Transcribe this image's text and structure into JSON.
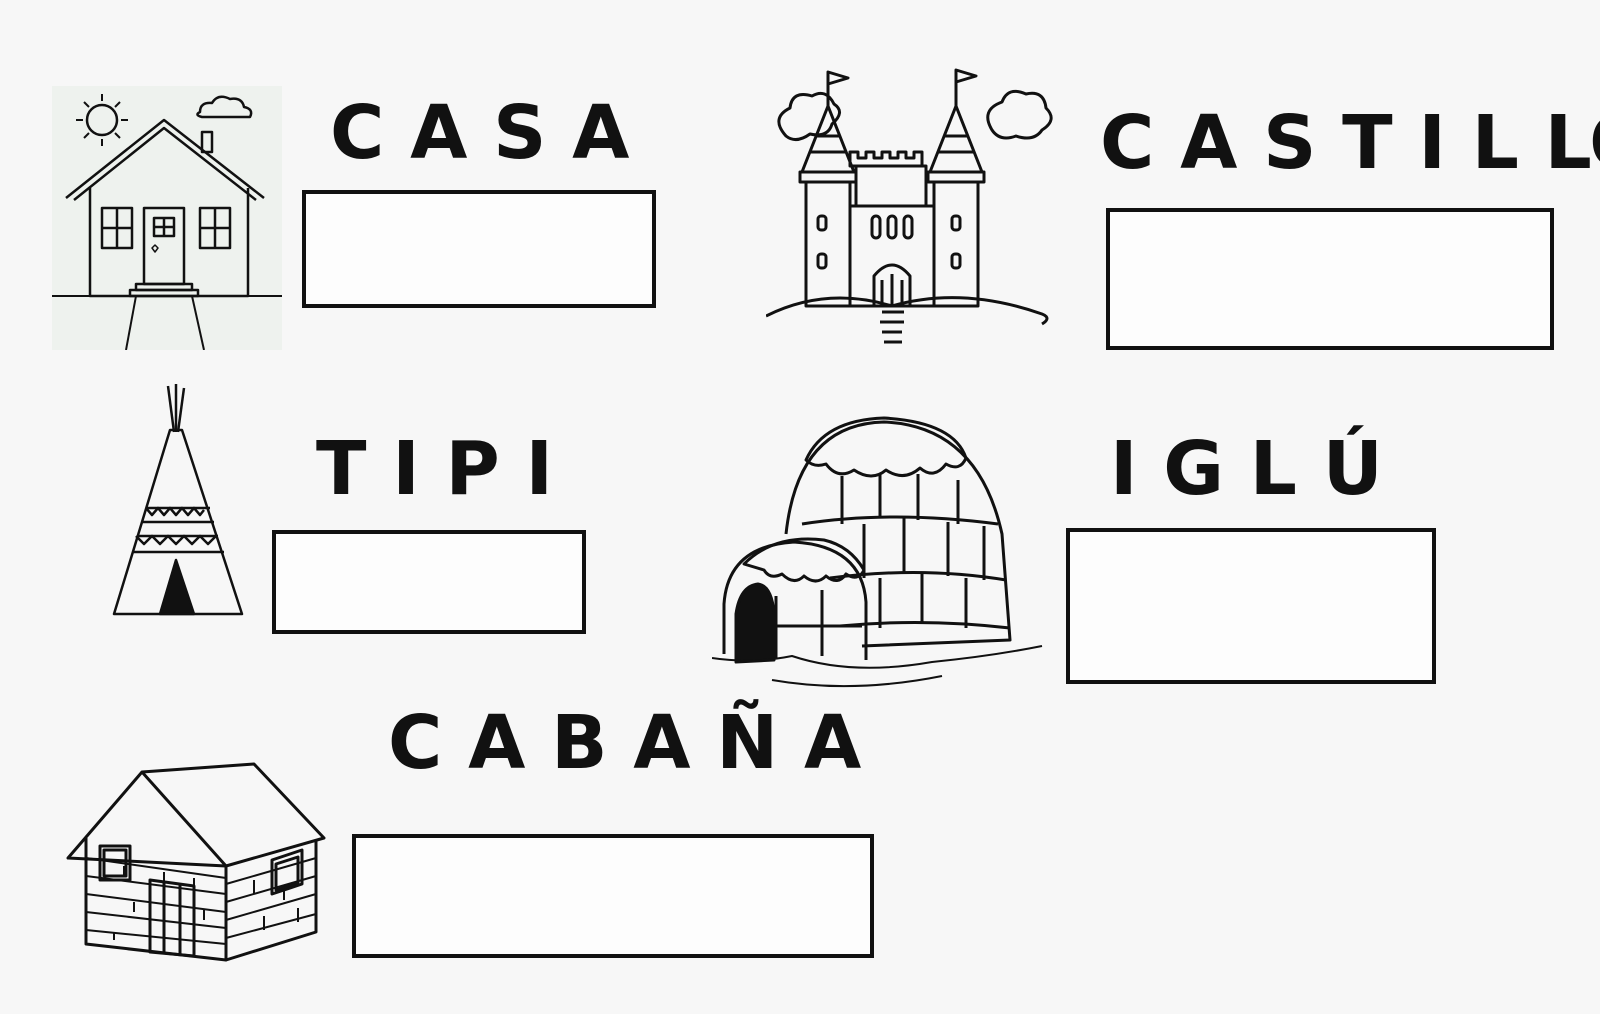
{
  "words": [
    {
      "id": "casa",
      "label": "C A S A",
      "illustration": "house-icon"
    },
    {
      "id": "castillo",
      "label": "C A S T I L LO",
      "illustration": "castle-icon"
    },
    {
      "id": "tipi",
      "label": "T I P I",
      "illustration": "teepee-icon"
    },
    {
      "id": "iglu",
      "label": "I G L Ú",
      "illustration": "igloo-icon"
    },
    {
      "id": "cabana",
      "label": "C A B A Ñ A",
      "illustration": "cabin-icon"
    }
  ],
  "colors": {
    "ink": "#111111",
    "paper": "#f7f7f7"
  }
}
